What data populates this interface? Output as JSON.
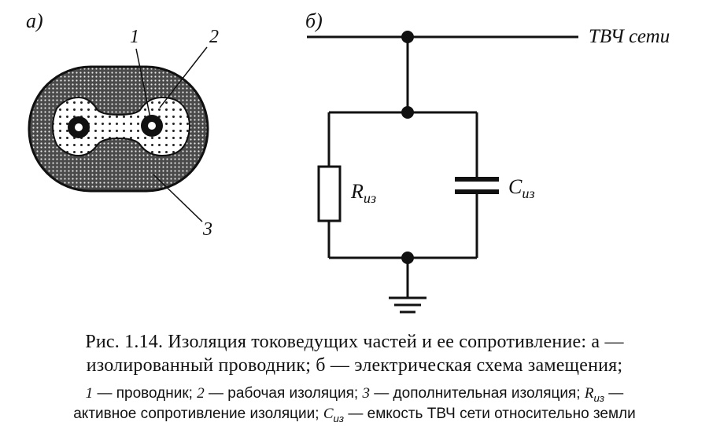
{
  "panel_a": {
    "label": "а)",
    "marker_1": "1",
    "marker_2": "2",
    "marker_3": "3"
  },
  "panel_b": {
    "label": "б)",
    "network_label": "ТВЧ сети",
    "resistor_symbol": "R",
    "resistor_subscript": "из",
    "capacitor_symbol": "C",
    "capacitor_subscript": "из"
  },
  "caption": {
    "line1": "Рис. 1.14. Изоляция токоведущих частей и ее сопротивление: а —",
    "line2": "изолированный проводник; б — электрическая схема замещения;"
  },
  "legend": {
    "n1": "1",
    "t1": " — проводник; ",
    "n2": "2",
    "t2": " — рабочая изоляция; ",
    "n3": "3",
    "t3": " — дополнительная изоляция; ",
    "r_sym": "R",
    "r_sub": "из",
    "t4": " —",
    "t5": "активное сопротивление изоляции; ",
    "c_sym": "C",
    "c_sub": "из",
    "t6": " — емкость ТВЧ сети относительно земли"
  }
}
